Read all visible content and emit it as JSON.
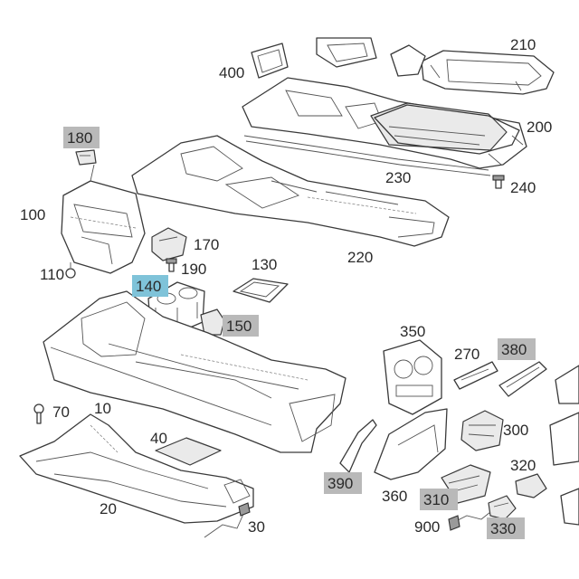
{
  "callouts": [
    {
      "id": "c10",
      "text": "10",
      "highlight": "none"
    },
    {
      "id": "c20",
      "text": "20",
      "highlight": "none"
    },
    {
      "id": "c30",
      "text": "30",
      "highlight": "none"
    },
    {
      "id": "c40",
      "text": "40",
      "highlight": "none"
    },
    {
      "id": "c70",
      "text": "70",
      "highlight": "none"
    },
    {
      "id": "c100",
      "text": "100",
      "highlight": "none"
    },
    {
      "id": "c110",
      "text": "110",
      "highlight": "none"
    },
    {
      "id": "c130",
      "text": "130",
      "highlight": "none"
    },
    {
      "id": "c140",
      "text": "140",
      "highlight": "blue"
    },
    {
      "id": "c150",
      "text": "150",
      "highlight": "gray"
    },
    {
      "id": "c170",
      "text": "170",
      "highlight": "none"
    },
    {
      "id": "c180",
      "text": "180",
      "highlight": "gray"
    },
    {
      "id": "c190",
      "text": "190",
      "highlight": "none"
    },
    {
      "id": "c200",
      "text": "200",
      "highlight": "none"
    },
    {
      "id": "c210",
      "text": "210",
      "highlight": "none"
    },
    {
      "id": "c220",
      "text": "220",
      "highlight": "none"
    },
    {
      "id": "c230",
      "text": "230",
      "highlight": "none"
    },
    {
      "id": "c240",
      "text": "240",
      "highlight": "none"
    },
    {
      "id": "c270",
      "text": "270",
      "highlight": "none"
    },
    {
      "id": "c300",
      "text": "300",
      "highlight": "none"
    },
    {
      "id": "c310",
      "text": "310",
      "highlight": "gray"
    },
    {
      "id": "c320",
      "text": "320",
      "highlight": "none"
    },
    {
      "id": "c330",
      "text": "330",
      "highlight": "gray"
    },
    {
      "id": "c350",
      "text": "350",
      "highlight": "none"
    },
    {
      "id": "c360",
      "text": "360",
      "highlight": "none"
    },
    {
      "id": "c380",
      "text": "380",
      "highlight": "gray"
    },
    {
      "id": "c390",
      "text": "390",
      "highlight": "gray"
    },
    {
      "id": "c400",
      "text": "400",
      "highlight": "none"
    },
    {
      "id": "c900",
      "text": "900",
      "highlight": "none"
    }
  ],
  "colors": {
    "highlight_gray": "#b9b9b9",
    "highlight_blue": "#7fc3d9",
    "line": "#3a3a3a",
    "background": "#ffffff"
  }
}
